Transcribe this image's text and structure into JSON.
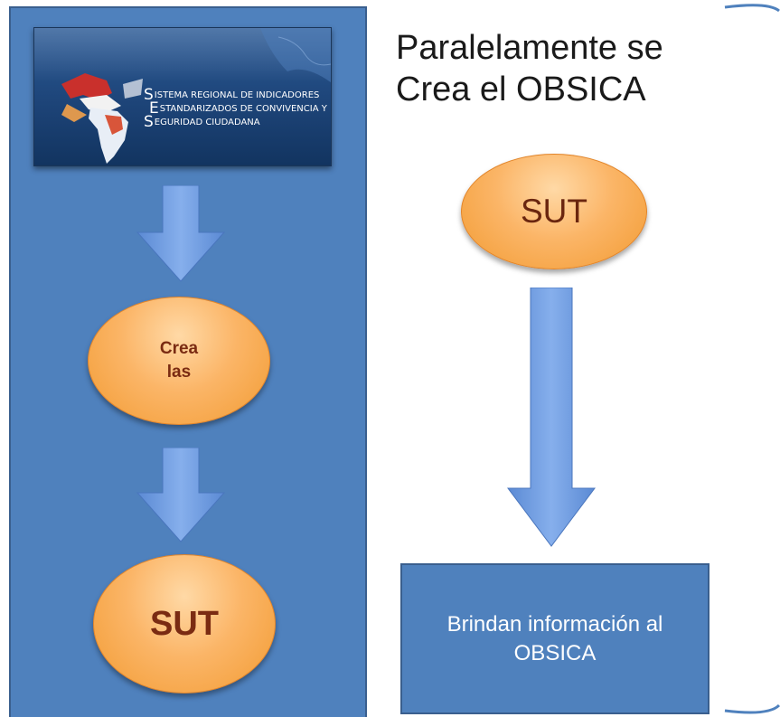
{
  "left_flow": {
    "logo": {
      "line1_initial": "S",
      "line1_rest": "ISTEMA REGIONAL DE INDICADORES",
      "line2_initial": "E",
      "line2_rest": "STANDARIZADOS DE CONVIVENCIA Y",
      "line3_initial": "S",
      "line3_rest": "EGURIDAD CIUDADANA"
    },
    "oval_create_label": "Crea las",
    "oval_sut_label": "SUT"
  },
  "right_flow": {
    "title": "Paralelamente se Crea el OBSICA",
    "oval_sut_label": "SUT",
    "info_box_text": "Brindan información al OBSICA"
  },
  "colors": {
    "panel_blue": "#4f81bd",
    "arrow_blue": "#6f9de0",
    "oval_orange": "#fbb567",
    "oval_text": "#7a2b12"
  }
}
